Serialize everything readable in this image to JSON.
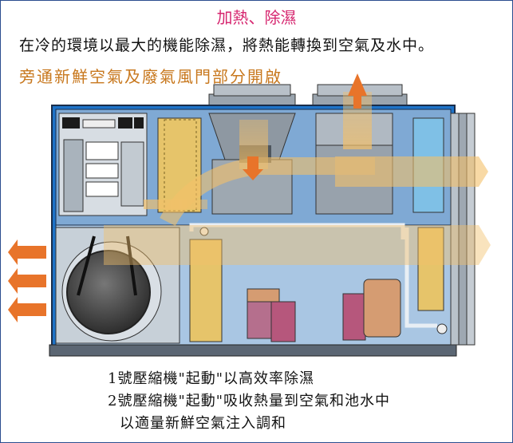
{
  "header": {
    "title": "加熱、除濕",
    "line1": "在冷的環境以最大的機能除濕，將熱能轉換到空氣及水中。",
    "line2": "旁通新鮮空氣及廢氣風門部分開啟"
  },
  "captions": {
    "line1": "1號壓縮機\"起動\"以高效率除濕",
    "line2": "2號壓縮機\"起動\"吸收熱量到空氣和池水中",
    "line3": "以適量新鮮空氣注入調和"
  },
  "colors": {
    "title": "#d6266f",
    "subtitle": "#c8781e",
    "unit_blue": "#1e73c8",
    "arrow_orange": "#e8742a",
    "air_glow": "#f3c06a"
  }
}
